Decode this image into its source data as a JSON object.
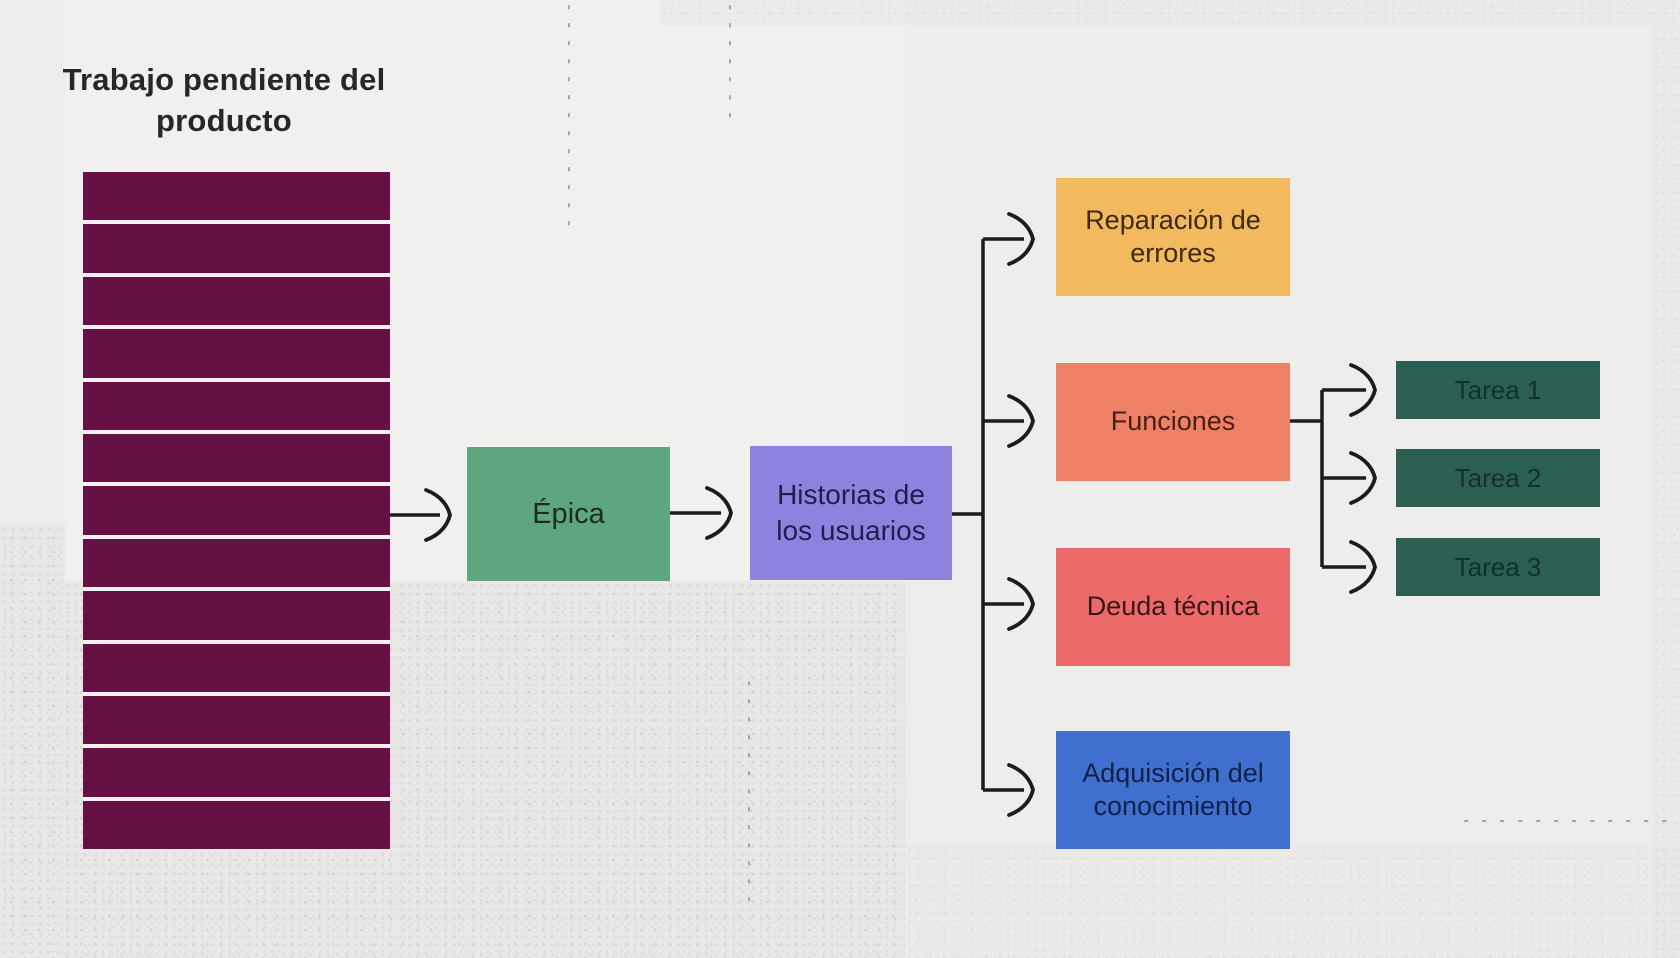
{
  "title": "Trabajo pendiente del producto",
  "backlog": {
    "bar_count": 13
  },
  "nodes": {
    "epic": {
      "label": "Épica"
    },
    "user_stories": {
      "label": "Historias de los usuarios"
    },
    "categories": [
      {
        "id": "bug-fix",
        "label": "Reparación de errores"
      },
      {
        "id": "features",
        "label": "Funciones"
      },
      {
        "id": "tech-debt",
        "label": "Deuda técnica"
      },
      {
        "id": "knowledge-acquisition",
        "label": "Adquisición del conocimiento"
      }
    ],
    "tasks": [
      {
        "label": "Tarea 1"
      },
      {
        "label": "Tarea 2"
      },
      {
        "label": "Tarea 3"
      }
    ]
  },
  "colors": {
    "backlog": "#651143",
    "epic": "#5fa57e",
    "user_stories": "#8d83de",
    "bug_fix": "#f2b95e",
    "features": "#ee8165",
    "tech_debt": "#ed6a6a",
    "knowledge": "#3f70d0",
    "task": "#2b5f52",
    "line": "#1c1c1c"
  }
}
